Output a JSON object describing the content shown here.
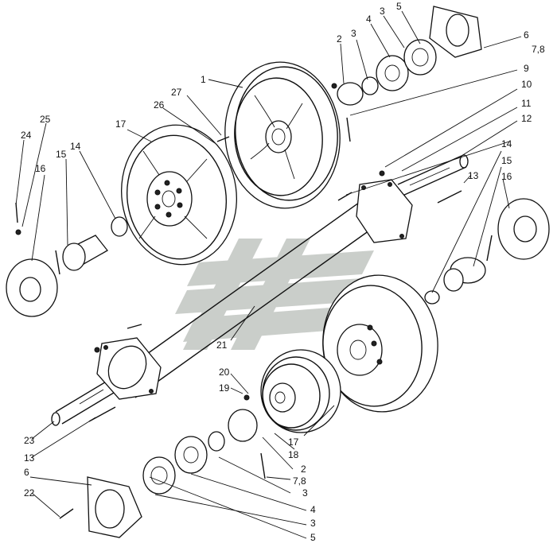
{
  "watermark": {
    "color": "#c8ccc8"
  },
  "callouts": [
    {
      "id": "c1",
      "text": "1"
    },
    {
      "id": "c2a",
      "text": "2"
    },
    {
      "id": "c3a",
      "text": "3"
    },
    {
      "id": "c4a",
      "text": "4"
    },
    {
      "id": "c3b",
      "text": "3"
    },
    {
      "id": "c5a",
      "text": "5"
    },
    {
      "id": "c6a",
      "text": "6"
    },
    {
      "id": "c78a",
      "text": "7,8"
    },
    {
      "id": "c9",
      "text": "9"
    },
    {
      "id": "c10",
      "text": "10"
    },
    {
      "id": "c11",
      "text": "11"
    },
    {
      "id": "c12",
      "text": "12"
    },
    {
      "id": "c13a",
      "text": "13"
    },
    {
      "id": "c14a",
      "text": "14"
    },
    {
      "id": "c15a",
      "text": "15"
    },
    {
      "id": "c16a",
      "text": "16"
    },
    {
      "id": "c17a",
      "text": "17"
    },
    {
      "id": "c26",
      "text": "26"
    },
    {
      "id": "c27",
      "text": "27"
    },
    {
      "id": "c24",
      "text": "24"
    },
    {
      "id": "c25",
      "text": "25"
    },
    {
      "id": "c15b",
      "text": "15"
    },
    {
      "id": "c14b",
      "text": "14"
    },
    {
      "id": "c16b",
      "text": "16"
    },
    {
      "id": "c21",
      "text": "21"
    },
    {
      "id": "c20",
      "text": "20"
    },
    {
      "id": "c19",
      "text": "19"
    },
    {
      "id": "c17b",
      "text": "17"
    },
    {
      "id": "c18",
      "text": "18"
    },
    {
      "id": "c2b",
      "text": "2"
    },
    {
      "id": "c78b",
      "text": "7,8"
    },
    {
      "id": "c3c",
      "text": "3"
    },
    {
      "id": "c4b",
      "text": "4"
    },
    {
      "id": "c3d",
      "text": "3"
    },
    {
      "id": "c5b",
      "text": "5"
    },
    {
      "id": "c23",
      "text": "23"
    },
    {
      "id": "c13b",
      "text": "13"
    },
    {
      "id": "c6b",
      "text": "6"
    },
    {
      "id": "c22",
      "text": "22"
    }
  ]
}
